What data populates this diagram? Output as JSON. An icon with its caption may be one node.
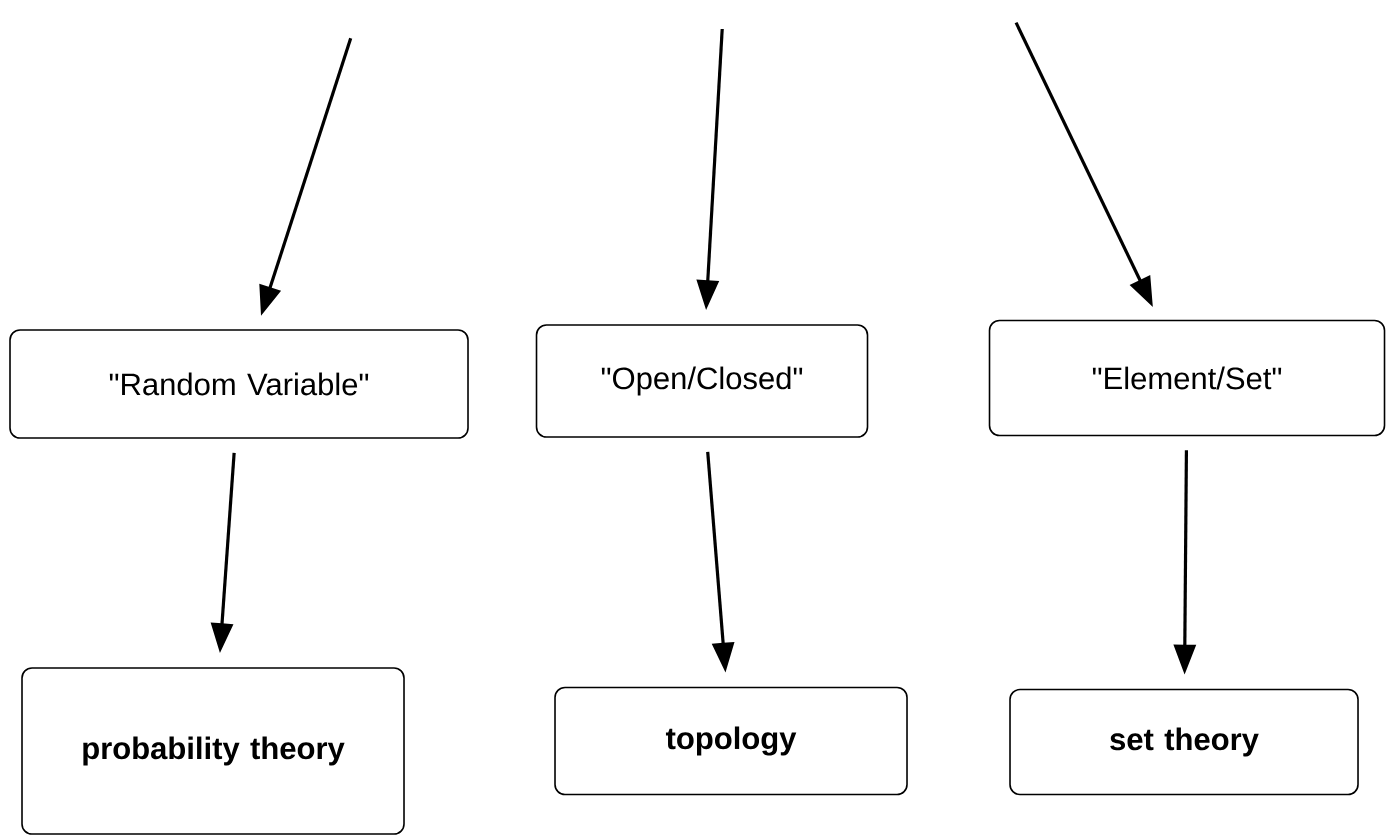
{
  "diagram": {
    "nodes": [
      {
        "text": [
          "\"Random Variable\""
        ]
      },
      {
        "text": [
          "\"Open/Closed\""
        ]
      },
      {
        "text": [
          "\"Element/Set\""
        ]
      },
      {
        "text": [
          "probability theory"
        ]
      },
      {
        "text": [
          "topology"
        ]
      },
      {
        "text": [
          "set theory"
        ]
      }
    ],
    "edges": [
      {
        "from": null,
        "to": 0,
        "arrow": "to"
      },
      {
        "from": null,
        "to": 1,
        "arrow": "to"
      },
      {
        "from": null,
        "to": 2,
        "arrow": "to"
      },
      {
        "from": 0,
        "to": 3,
        "arrow": "to"
      },
      {
        "from": 1,
        "to": 4,
        "arrow": "to"
      },
      {
        "from": 2,
        "to": 5,
        "arrow": "to"
      }
    ]
  }
}
